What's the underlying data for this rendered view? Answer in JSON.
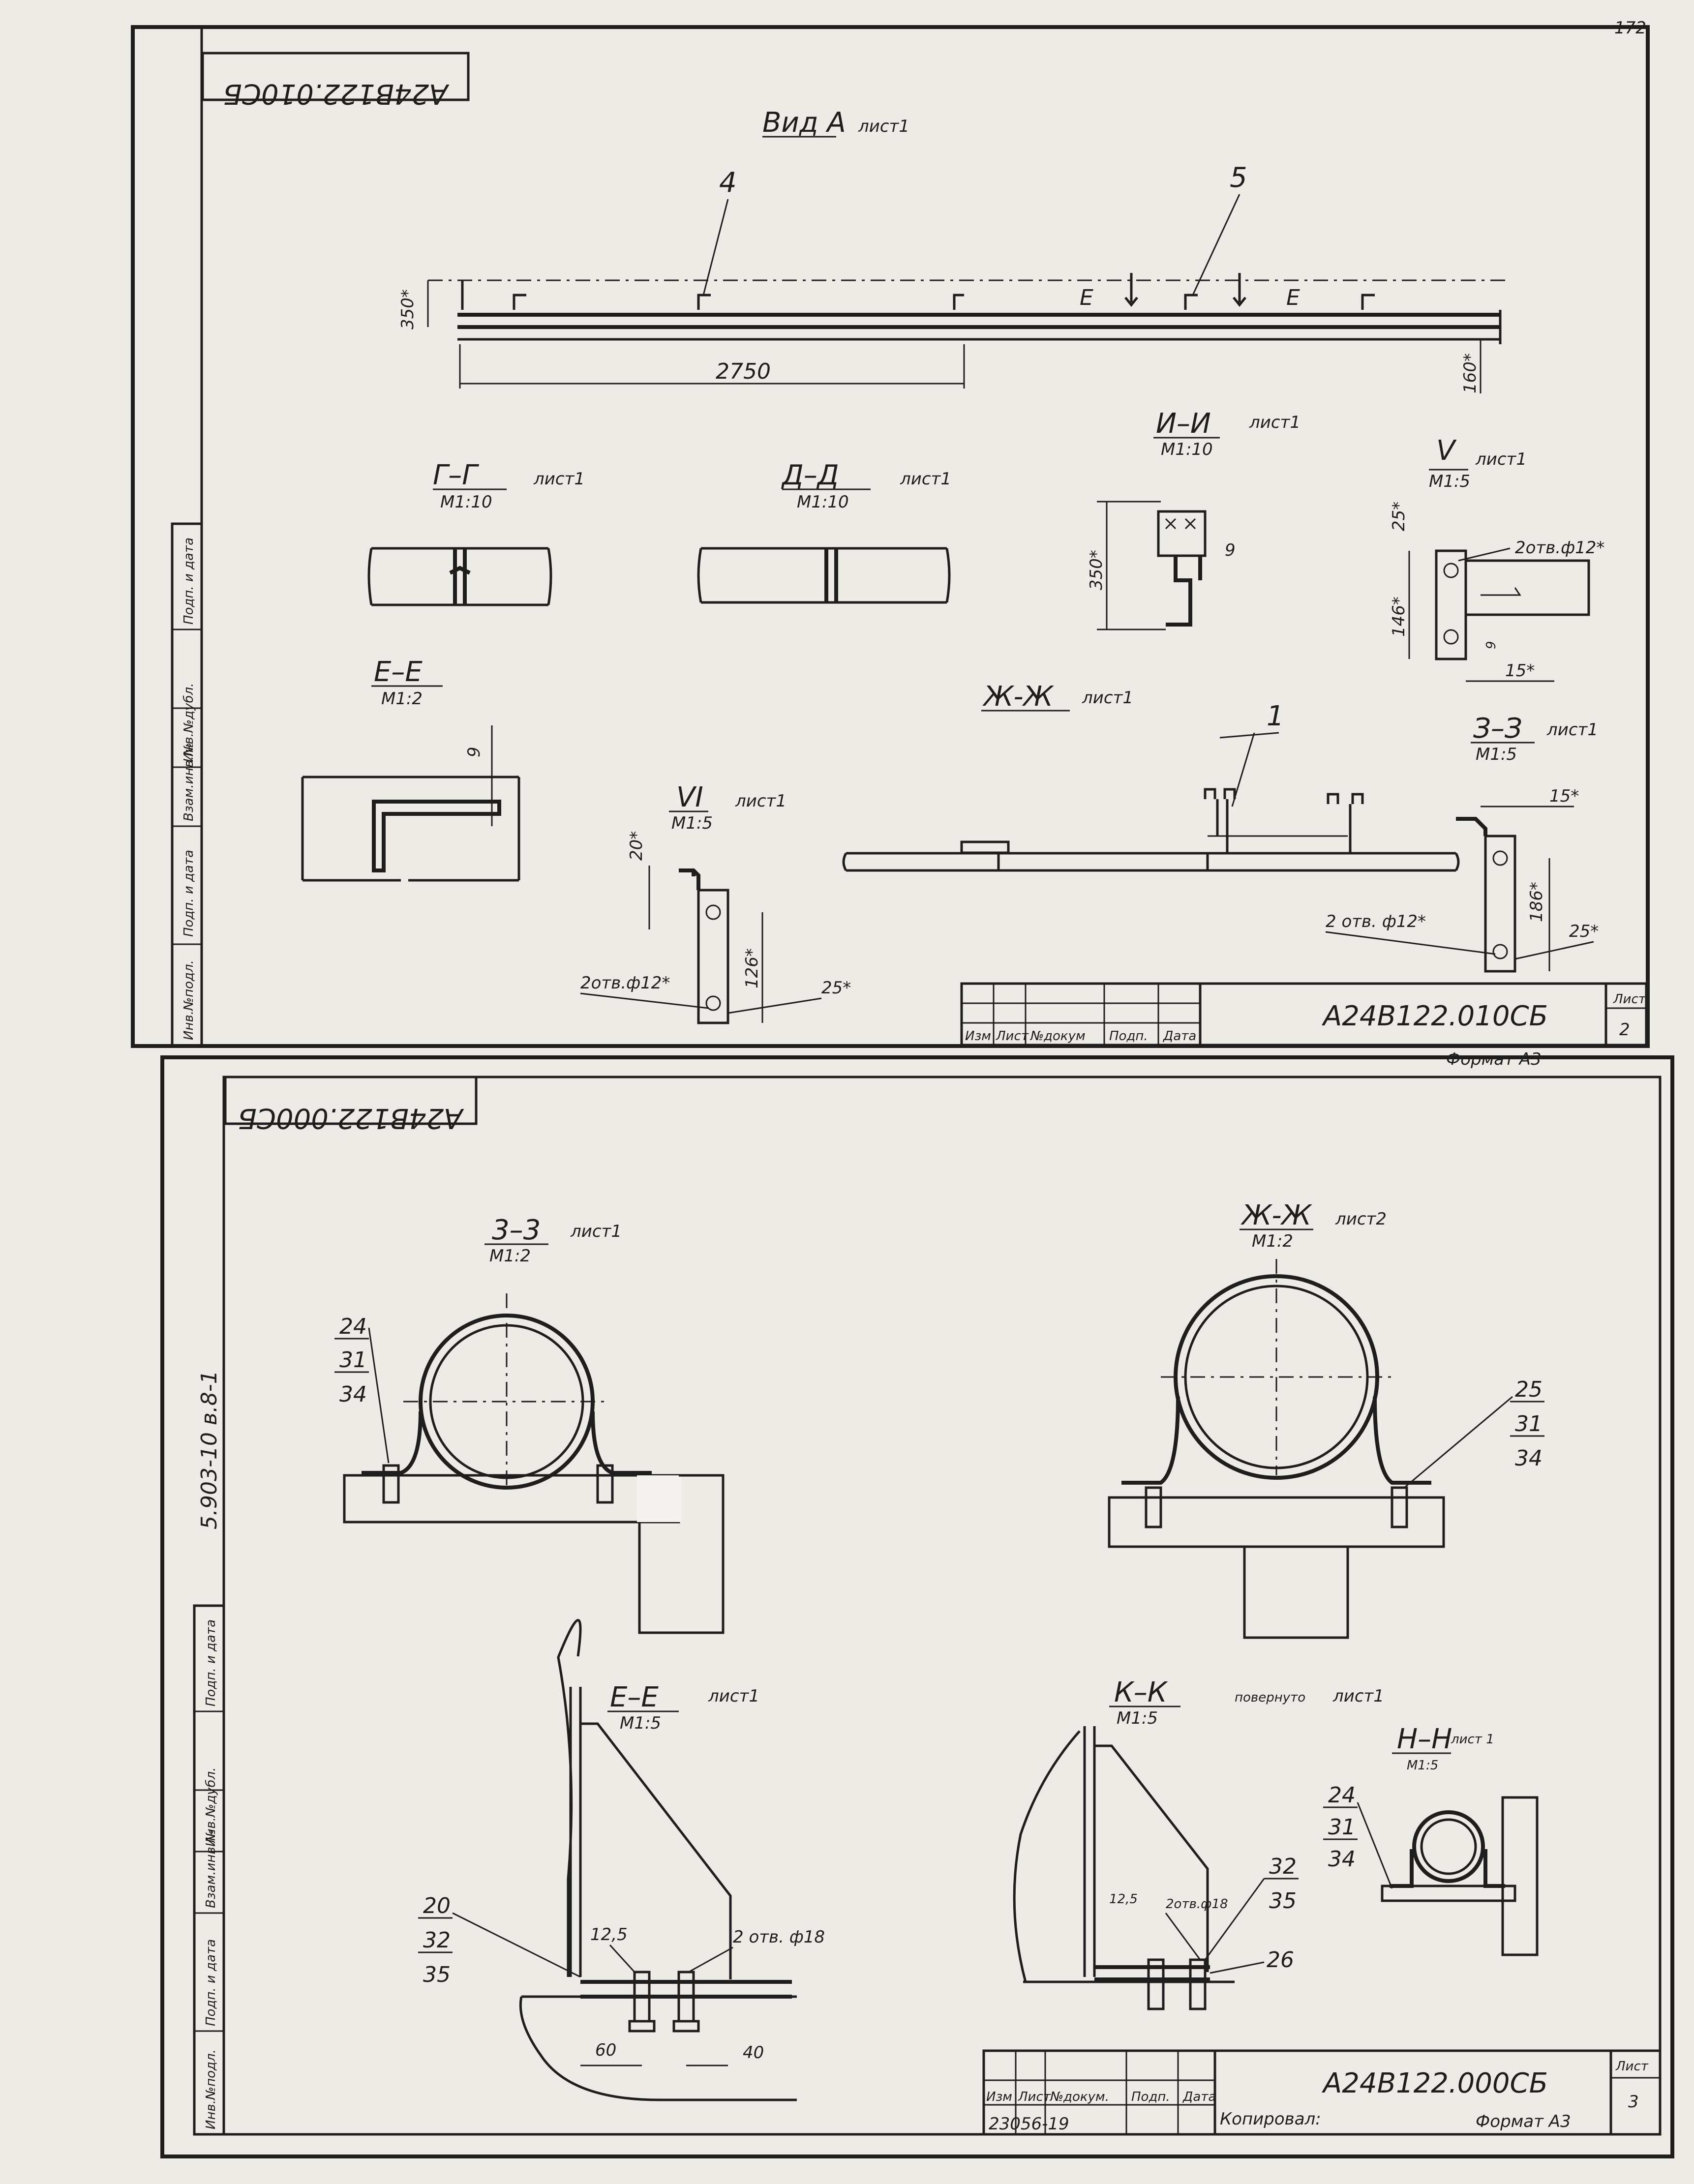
{
  "page_number": "172",
  "upper_sheet": {
    "rotated_code": "А24В122.010СБ",
    "title_block": {
      "code": "А24В122.010СБ",
      "sheet_label": "Лист",
      "sheet_no": "2",
      "columns": [
        "Изм",
        "Лист",
        "№докум",
        "Подп.",
        "Дата"
      ],
      "format": "Формат А3"
    },
    "side_stamp": [
      "Инв.№подл.",
      "Подп. и дата",
      "Взам.инв.№",
      "Инв.№дубл.",
      "Подп. и дата"
    ],
    "views": {
      "vid_a": {
        "title": "Вид А",
        "ref": "лист1",
        "callouts": [
          "4",
          "5"
        ],
        "cut_label": "Е",
        "dims": [
          "350*",
          "2750",
          "160*"
        ]
      },
      "g_g": {
        "title": "Г–Г",
        "ref": "лист1",
        "scale": "М1:10"
      },
      "d_d": {
        "title": "Д–Д",
        "ref": "лист1",
        "scale": "М1:10"
      },
      "i_i": {
        "title": "И–И",
        "ref": "лист1",
        "scale": "М1:10",
        "dims": [
          "350*",
          "9"
        ]
      },
      "v": {
        "title": "V",
        "ref": "лист1",
        "scale": "М1:5",
        "holes": "2отв.ф12*",
        "dims": [
          "25*",
          "146*",
          "9",
          "15*"
        ]
      },
      "e_e": {
        "title": "Е–Е",
        "scale": "М1:2",
        "dims": [
          "9"
        ]
      },
      "vi": {
        "title": "VI",
        "ref": "лист1",
        "scale": "М1:5",
        "holes": "2отв.ф12*",
        "dims": [
          "20*",
          "126*",
          "25*"
        ]
      },
      "zh_zh": {
        "title": "Ж-Ж",
        "ref": "лист1",
        "callout": "1"
      },
      "z_z": {
        "title": "З–З",
        "ref": "лист1",
        "scale": "М1:5",
        "holes": "2 отв. ф12*",
        "dims": [
          "15*",
          "186*",
          "25*"
        ]
      }
    }
  },
  "lower_sheet": {
    "rotated_code": "А24В122.000СБ",
    "side_code": "5.903-10  в.8-1",
    "title_block": {
      "code": "А24В122.000СБ",
      "sheet_label": "Лист",
      "sheet_no": "3",
      "columns": [
        "Изм",
        "Лист",
        "№докум.",
        "Подп.",
        "Дата"
      ],
      "copied": "Копировал:",
      "order_no": "23056-19",
      "format": "Формат А3"
    },
    "side_stamp": [
      "Инв.№подл.",
      "Подп. и дата",
      "Взам.инв.№",
      "Инв.№дубл.",
      "Подп. и дата"
    ],
    "views": {
      "z_z": {
        "title": "3–3",
        "ref": "лист1",
        "scale": "М1:2",
        "callouts": [
          "24",
          "31",
          "34"
        ]
      },
      "zh_zh": {
        "title": "Ж-Ж",
        "ref": "лист2",
        "scale": "М1:2",
        "callouts": [
          "25",
          "31",
          "34"
        ]
      },
      "e_e": {
        "title": "Е–Е",
        "ref": "лист1",
        "scale": "М1:5",
        "callouts": [
          "20",
          "32",
          "35"
        ],
        "holes": "2 отв. ф18",
        "dims": [
          "12,5",
          "60",
          "40"
        ]
      },
      "k_k": {
        "title": "К–К",
        "note": "повернуто",
        "ref": "лист1",
        "scale": "М1:5",
        "callouts": [
          "32",
          "35",
          "26"
        ],
        "holes": "2отв.ф18",
        "dims": [
          "12,5"
        ]
      },
      "n_n": {
        "title": "Н–Н",
        "ref": "лист 1",
        "scale": "М1:5",
        "callouts": [
          "24",
          "31",
          "34"
        ]
      }
    }
  }
}
